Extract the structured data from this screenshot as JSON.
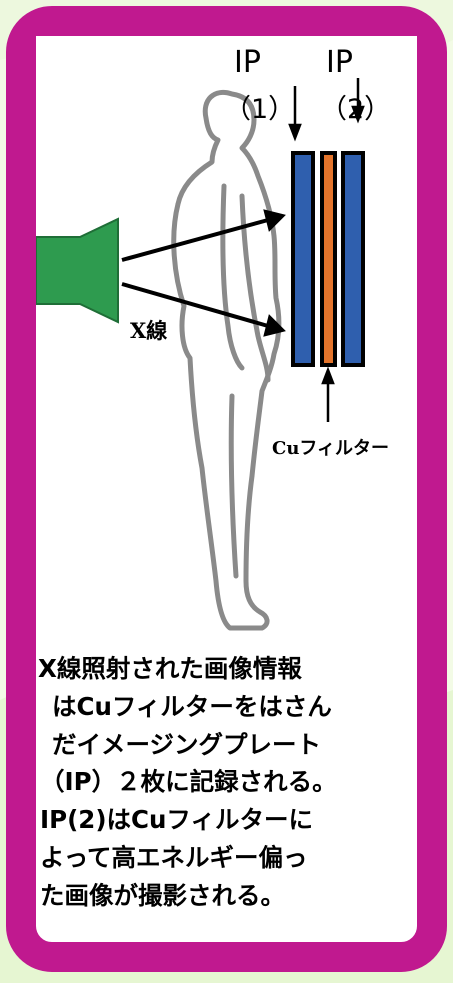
{
  "labels": {
    "ip1_top": "IP",
    "ip1_bottom": "（1）",
    "ip2_top": "IP",
    "ip2_bottom": "（2）",
    "xray": "X線",
    "cu_filter": "Cuフィルター"
  },
  "caption": [
    "X線照射された画像情報",
    "はCuフィルターをはさん",
    "だイメージングプレート",
    "（IP）２枚に記録される。",
    "IP(2)はCuフィルターに",
    "よって高エネルギー偏っ",
    "た画像が撮影される。"
  ],
  "colors": {
    "frame": "#c0198f",
    "xray_source": "#2e9b4f",
    "imaging_plate": "#2f5fae",
    "cu_filter": "#e4742b",
    "silhouette": "#8a8a8a"
  }
}
